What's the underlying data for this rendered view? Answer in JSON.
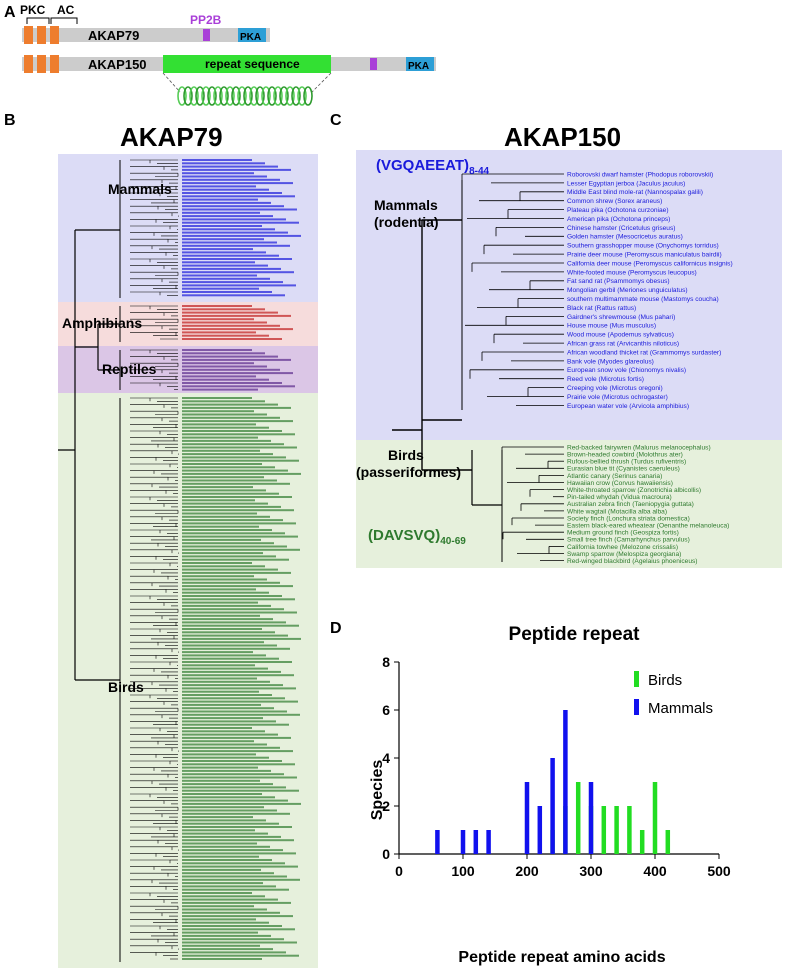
{
  "panel_labels": {
    "a": "A",
    "b": "B",
    "c": "C",
    "d": "D"
  },
  "panel_a": {
    "site_pkc": "PKC",
    "site_ac": "AC",
    "site_pp2b": "PP2B",
    "akap79_label": "AKAP79",
    "akap150_label": "AKAP150",
    "repeat_label": "repeat sequence",
    "pka_label": "PKA",
    "colors": {
      "pkc_box": "#ee7d2e",
      "pp2b": "#a93fd8",
      "pka": "#2d9fd6",
      "repeat": "#33e033",
      "backbone": "#cccccc"
    }
  },
  "panel_b": {
    "title": "AKAP79",
    "group_labels": {
      "mammals": "Mammals",
      "amphibians": "Amphibians",
      "reptiles": "Reptiles",
      "birds": "Birds"
    },
    "colors": {
      "mammals_bg": "#dcdcf6",
      "amphibians_bg": "#f6dcdc",
      "reptiles_bg": "#dbc6e6",
      "birds_bg": "#e6f0dc",
      "mammals_leaf": "#1a1adb",
      "amphibians_leaf": "#c01d1d",
      "reptiles_leaf": "#5a2a8a",
      "birds_leaf": "#2e7a2e"
    }
  },
  "panel_c": {
    "title": "AKAP150",
    "mammal_motif": "(VGQAEEAT)",
    "mammal_motif_range": "8-44",
    "bird_motif": "(DAVSVQ)",
    "bird_motif_range": "40-69",
    "mammals_label_1": "Mammals",
    "mammals_label_2": "(rodentia)",
    "birds_label_1": "Birds",
    "birds_label_2": "(passeriformes)",
    "mammal_species": [
      "Roborovski dwarf hamster (Phodopus roborovskii)",
      "Lesser Egyptian jerboa (Jaculus jaculus)",
      "Middle East blind mole-rat (Nannospalax galili)",
      "Common shrew (Sorex araneus)",
      "Plateau pika (Ochotona curzoniae)",
      "American pika (Ochotona princeps)",
      "Chinese hamster (Cricetulus griseus)",
      "Golden hamster (Mesocricetus auratus)",
      "Southern grasshopper mouse (Onychomys torridus)",
      "Prairie deer mouse (Peromyscus maniculatus bairdii)",
      "California deer mouse (Peromyscus californicus insignis)",
      "White-footed mouse (Peromyscus leucopus)",
      "Fat sand rat (Psammomys obesus)",
      "Mongolian gerbil (Meriones unguiculatus)",
      "southern multimammate mouse (Mastomys coucha)",
      "Black rat (Rattus rattus)",
      "Gairdner's shrewmouse (Mus pahari)",
      "House mouse (Mus musculus)",
      "Wood mouse (Apodemus sylvaticus)",
      "African grass rat (Arvicanthis niloticus)",
      "African woodland thicket rat (Grammomys surdaster)",
      "Bank vole (Myodes glareolus)",
      "European snow vole (Chionomys nivalis)",
      "Reed vole (Microtus fortis)",
      "Creeping vole (Microtus oregoni)",
      "Prairie vole (Microtus ochrogaster)",
      "European water vole (Arvicola amphibius)"
    ],
    "bird_species": [
      "Red-backed fairywren (Malurus melanocephalus)",
      "Brown-headed cowbird (Molothrus ater)",
      "Rufous-bellied thrush (Turdus rufiventris)",
      "Eurasian blue tit (Cyanistes caeruleus)",
      "Atlantic canary (Serinus canaria)",
      "Hawaiian crow (Corvus hawaiiensis)",
      "White-throated sparrow (Zonotrichia albicollis)",
      "Pin-tailed whydah (Vidua macroura)",
      "Australian zebra finch (Taeniopygia guttata)",
      "White wagtail (Motacilla alba alba)",
      "Society finch (Lonchura striata domestica)",
      "Eastern black-eared wheatear (Oenanthe melanoleuca)",
      "Medium ground finch (Geospiza fortis)",
      "Small tree finch (Camarhynchus parvulus)",
      "California towhee (Melozone crissalis)",
      "Swamp sparrow (Melospiza georgiana)",
      "Red-winged blackbird (Agelaius phoeniceus)"
    ],
    "colors": {
      "mammals_bg": "#dcdcf6",
      "birds_bg": "#e6f0dc",
      "mammal_text": "#1a1adb",
      "bird_text": "#2e7a2e"
    }
  },
  "chart_data": {
    "type": "bar",
    "title": "Peptide repeat",
    "xlabel": "Peptide repeat amino acids",
    "ylabel": "Species",
    "xlim": [
      0,
      500
    ],
    "ylim": [
      0,
      8
    ],
    "xticks": [
      "0",
      "100",
      "200",
      "300",
      "400",
      "500"
    ],
    "yticks": [
      "0",
      "2",
      "4",
      "6",
      "8"
    ],
    "legend_position": "top-right",
    "series": [
      {
        "name": "Birds",
        "color": "#22dd22",
        "x": [
          240,
          260,
          280,
          300,
          320,
          340,
          360,
          380,
          400,
          420
        ],
        "values": [
          1,
          2,
          3,
          2,
          2,
          2,
          2,
          1,
          3,
          1
        ]
      },
      {
        "name": "Mammals",
        "color": "#1111ee",
        "x": [
          60,
          100,
          120,
          140,
          200,
          220,
          240,
          260,
          300
        ],
        "values": [
          1,
          1,
          1,
          1,
          3,
          2,
          4,
          6,
          3
        ]
      }
    ]
  }
}
